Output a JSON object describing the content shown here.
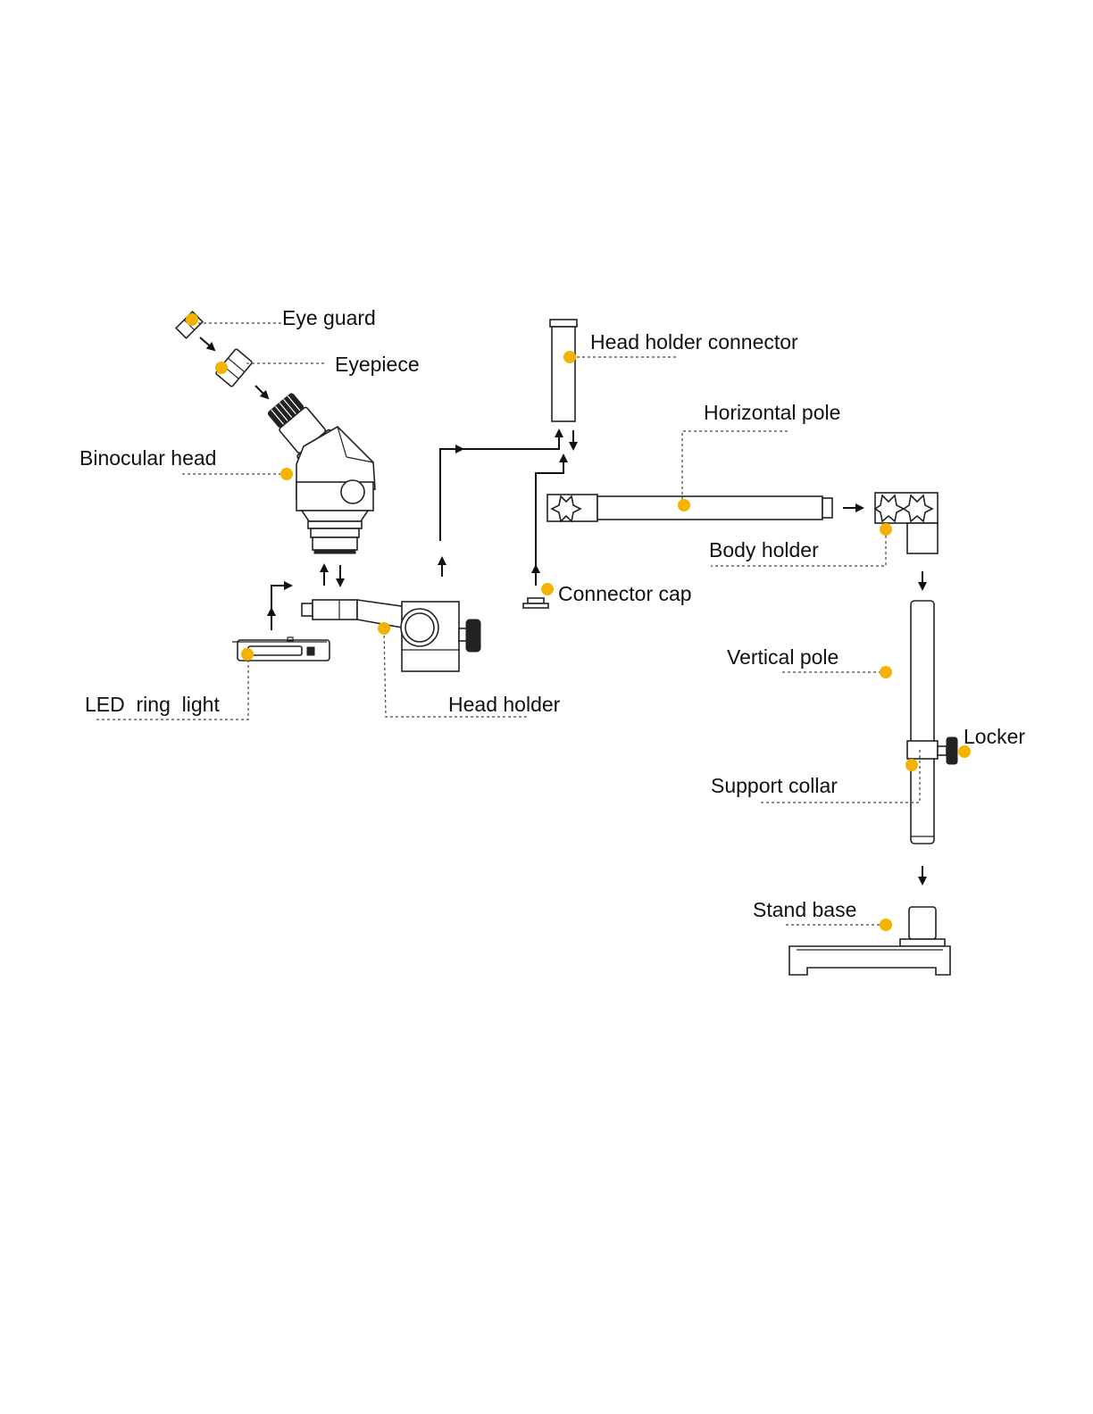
{
  "colors": {
    "marker": "#F5B301",
    "line": "#222222",
    "background": "#FFFFFF"
  },
  "labels": {
    "eye_guard": "Eye guard",
    "eyepiece": "Eyepiece",
    "binocular_head": "Binocular head",
    "led_ring_light": "LED  ring  light",
    "head_holder": "Head holder",
    "head_holder_connector": "Head holder connector",
    "horizontal_pole": "Horizontal pole",
    "connector_cap": "Connector cap",
    "body_holder": "Body holder",
    "vertical_pole": "Vertical pole",
    "locker": "Locker",
    "support_collar": "Support collar",
    "stand_base": "Stand base"
  }
}
